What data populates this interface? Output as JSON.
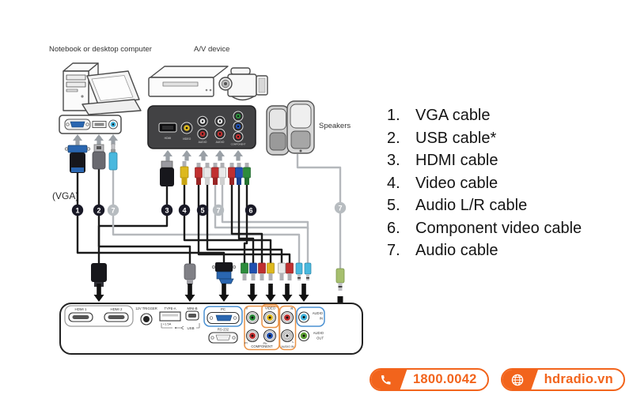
{
  "diagram": {
    "labels": {
      "computer": "Notebook or desktop computer",
      "av_device": "A/V device",
      "speakers": "Speakers",
      "vga_note": "(VGA)"
    },
    "av_panel_ports": {
      "hdmi": "HDMI",
      "video": "VIDEO",
      "audio": "AUDIO",
      "component": "COMPONENT"
    },
    "projector_ports": {
      "hdmi1": "HDMI 1",
      "hdmi2": "HDMI 2",
      "trigger": "12V TRIGGER",
      "type_a": "TYPE-A",
      "current": "+1.5A",
      "mini_b": "MINI-B",
      "usb": "USB",
      "pc": "PC",
      "rs232": "RS-232",
      "y": "Y",
      "video": "VIDEO",
      "r": "R",
      "pr": "Pr",
      "pb": "Pb",
      "l": "L",
      "component_group": "COMPONENT",
      "audio_group": "AUDIO IN",
      "audio_word": "AUDIO",
      "in_word": "IN",
      "out_word": "OUT"
    },
    "markers": {
      "n1": "1",
      "n2": "2",
      "n3": "3",
      "n4": "4",
      "n5": "5",
      "n6": "6",
      "n7": "7"
    }
  },
  "cable_list": {
    "items": [
      {
        "num": "1.",
        "label": "VGA cable"
      },
      {
        "num": "2.",
        "label": "USB cable*"
      },
      {
        "num": "3.",
        "label": "HDMI cable"
      },
      {
        "num": "4.",
        "label": "Video cable"
      },
      {
        "num": "5.",
        "label": "Audio L/R cable"
      },
      {
        "num": "6.",
        "label": "Component video cable"
      },
      {
        "num": "7.",
        "label": "Audio cable"
      }
    ]
  },
  "footer": {
    "phone": "1800.0042",
    "website": "hdradio.vn"
  },
  "colors": {
    "accent_orange": "#f2641c",
    "vga_blue": "#2a66b0",
    "audio_lightblue": "#3fb3dc",
    "component_green": "#2d8c3c",
    "component_blue": "#2050b0",
    "component_red": "#c03030",
    "video_yellow": "#ddb81e",
    "group_outline_orange": "#ea9448",
    "group_outline_blue": "#4a90d2",
    "cable_gray": "#b5b8bc",
    "cable_black": "#1a1a1a"
  }
}
